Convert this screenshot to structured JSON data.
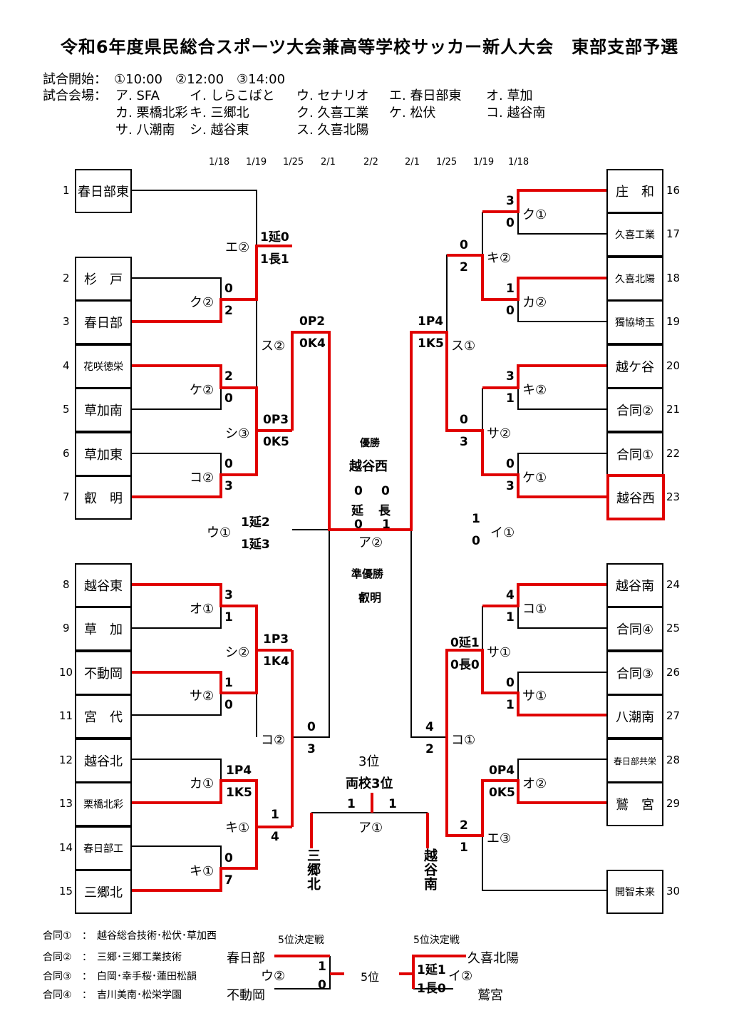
{
  "title": "令和6年度県民総合スポーツ大会兼高等学校サッカー新人大会　東部支部予選",
  "schedule": {
    "start_label": "試合開始：",
    "start_times": "①10:00　②12:00　③14:00",
    "venue_label": "試合会場：",
    "venues_row1": [
      "ア. SFA",
      "イ. しらこばと",
      "ウ. セナリオ",
      "エ. 春日部東",
      "オ. 草加"
    ],
    "venues_row2": [
      "カ. 栗橋北彩",
      "キ. 三郷北",
      "ク. 久喜工業",
      "ケ. 松伏",
      "コ. 越谷南"
    ],
    "venues_row3": [
      "サ. 八潮南",
      "シ. 越谷東",
      "ス. 久喜北陽"
    ]
  },
  "dates_left": [
    "1/18",
    "1/19",
    "1/25",
    "2/1"
  ],
  "date_center": "2/2",
  "dates_right": [
    "2/1",
    "1/25",
    "1/19",
    "1/18"
  ],
  "teams_left": [
    {
      "no": "1",
      "name": "春日部東"
    },
    {
      "no": "2",
      "name": "杉　戸"
    },
    {
      "no": "3",
      "name": "春日部"
    },
    {
      "no": "4",
      "name": "花咲徳栄"
    },
    {
      "no": "5",
      "name": "草加南"
    },
    {
      "no": "6",
      "name": "草加東"
    },
    {
      "no": "7",
      "name": "叡　明"
    },
    {
      "no": "8",
      "name": "越谷東"
    },
    {
      "no": "9",
      "name": "草　加"
    },
    {
      "no": "10",
      "name": "不動岡"
    },
    {
      "no": "11",
      "name": "宮　代"
    },
    {
      "no": "12",
      "name": "越谷北"
    },
    {
      "no": "13",
      "name": "栗橋北彩"
    },
    {
      "no": "14",
      "name": "春日部工"
    },
    {
      "no": "15",
      "name": "三郷北"
    }
  ],
  "teams_right": [
    {
      "no": "16",
      "name": "庄　和"
    },
    {
      "no": "17",
      "name": "久喜工業"
    },
    {
      "no": "18",
      "name": "久喜北陽"
    },
    {
      "no": "19",
      "name": "獨協埼玉"
    },
    {
      "no": "20",
      "name": "越ケ谷"
    },
    {
      "no": "21",
      "name": "合同②"
    },
    {
      "no": "22",
      "name": "合同①"
    },
    {
      "no": "23",
      "name": "越谷西"
    },
    {
      "no": "24",
      "name": "越谷南"
    },
    {
      "no": "25",
      "name": "合同④"
    },
    {
      "no": "26",
      "name": "合同③"
    },
    {
      "no": "27",
      "name": "八潮南"
    },
    {
      "no": "28",
      "name": "春日部共栄"
    },
    {
      "no": "29",
      "name": "鷲　宮"
    },
    {
      "no": "30",
      "name": "開智未来"
    }
  ],
  "venues_left": [
    "エ②",
    "ク②",
    "ス②",
    "ケ②",
    "シ③",
    "コ②",
    "ウ①",
    "オ①",
    "シ②",
    "サ②",
    "コ②",
    "カ①",
    "キ①",
    "キ①"
  ],
  "venues_right": [
    "ク①",
    "キ②",
    "カ②",
    "ス①",
    "キ②",
    "サ②",
    "ケ①",
    "イ①",
    "コ①",
    "サ①",
    "サ①",
    "コ①",
    "オ②",
    "エ③"
  ],
  "scores_left": [
    "1延0",
    "1長1",
    "0",
    "2",
    "0P2",
    "0K4",
    "2",
    "0",
    "0P3",
    "0K5",
    "0",
    "3",
    "1延2",
    "1延3",
    "3",
    "1",
    "1P3",
    "1K4",
    "1",
    "0",
    "0",
    "3",
    "1P4",
    "1K5",
    "1",
    "4",
    "0",
    "7"
  ],
  "scores_right": [
    "3",
    "0",
    "0",
    "2",
    "1",
    "0",
    "1P4",
    "1K5",
    "3",
    "1",
    "0",
    "3",
    "0",
    "3",
    "1",
    "0",
    "4",
    "1",
    "0延1",
    "0長0",
    "0",
    "1",
    "4",
    "2",
    "0P4",
    "0K5",
    "2",
    "1"
  ],
  "final": {
    "champion_label": "優勝",
    "champion": "越谷西",
    "score_left": "0",
    "score_left_mid": "延",
    "score_left_bot": "0",
    "score_right": "0",
    "score_right_mid": "長",
    "score_right_bot": "1",
    "venue": "ア②",
    "runnerup_label": "準優勝",
    "runnerup": "叡明"
  },
  "third": {
    "label": "3位",
    "result": "両校3位",
    "score_left": "1",
    "score_right": "1",
    "venue": "ア①",
    "team_left": "三郷北",
    "team_right": "越谷南"
  },
  "notes": [
    {
      "key": "合同①",
      "value": "：　越谷総合技術･松伏･草加西"
    },
    {
      "key": "合同②",
      "value": "：　三郷･三郷工業技術"
    },
    {
      "key": "合同③",
      "value": "：　白岡･幸手桜･蓮田松韻"
    },
    {
      "key": "合同④",
      "value": "：　吉川美南･松栄学園"
    }
  ],
  "fifth_left": {
    "label": "5位決定戦",
    "team_top": "春日部",
    "team_bottom": "不動岡",
    "venue": "ウ②",
    "score_top": "1",
    "score_bottom": "0"
  },
  "fifth_center": "5位",
  "fifth_right": {
    "label": "5位決定戦",
    "team_top": "久喜北陽",
    "team_bottom": "鷲宮",
    "venue": "イ②",
    "score_top": "1延1",
    "score_bottom": "1長0"
  },
  "colors": {
    "winner_line": "#e00000",
    "line": "#000000"
  }
}
